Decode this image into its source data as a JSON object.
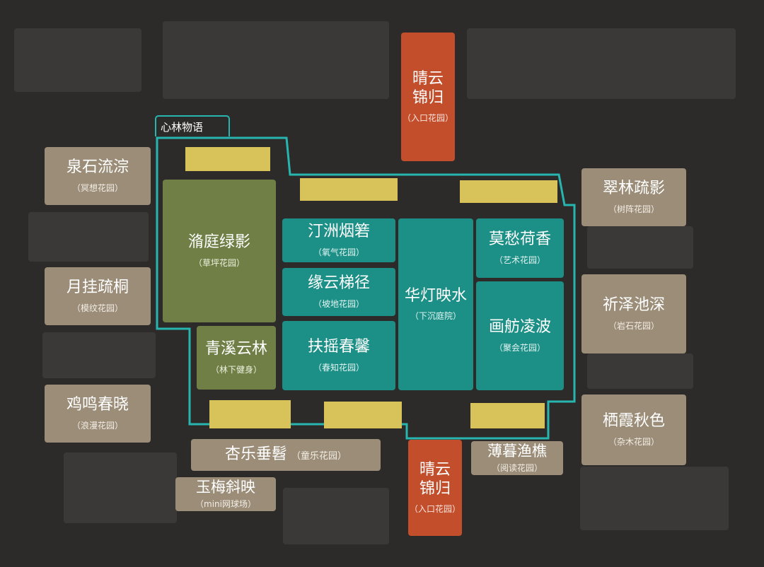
{
  "map": {
    "region_label": "心林物语",
    "accent_color": "#27b5b0",
    "zones": {
      "quanshi": {
        "name": "泉石流淙",
        "sub": "（冥想花园）"
      },
      "yuegua": {
        "name": "月挂疏桐",
        "sub": "（模纹花园）"
      },
      "jiming": {
        "name": "鸡鸣春晓",
        "sub": "（浪漫花园）"
      },
      "cuilin": {
        "name": "翠林疏影",
        "sub": "（树阵花园）"
      },
      "qize": {
        "name": "祈泽池深",
        "sub": "（岩石花园）"
      },
      "qixia": {
        "name": "栖霞秋色",
        "sub": "（杂木花园）"
      },
      "qingyun_top": {
        "name_line1": "晴云",
        "name_line2": "锦归",
        "sub": "（入口花园）"
      },
      "qingyun_bottom": {
        "name_line1": "晴云",
        "name_line2": "锦归",
        "sub": "（入口花园）"
      },
      "xiuting": {
        "name": "潃庭绿影",
        "sub": "（草坪花园）"
      },
      "qingxi": {
        "name": "青溪云林",
        "sub": "（林下健身）"
      },
      "tingzhou": {
        "name": "汀洲烟箬",
        "sub": "（氧气花园）"
      },
      "yuanyun": {
        "name": "缘云梯径",
        "sub": "（坡地花园）"
      },
      "fuyao": {
        "name": "扶摇春馨",
        "sub": "（春知花园）"
      },
      "huadeng": {
        "name": "华灯映水",
        "sub": "（下沉庭院）"
      },
      "mochou": {
        "name": "莫愁荷香",
        "sub": "（艺术花园）"
      },
      "huafang": {
        "name": "画舫凌波",
        "sub": "（聚会花园）"
      },
      "xingle": {
        "name": "杏乐垂髫",
        "sub": "（童乐花园）"
      },
      "bomu": {
        "name": "薄暮渔樵",
        "sub": "（阅读花园）"
      },
      "yumei": {
        "name": "玉梅斜映",
        "sub": "（mini网球场）"
      }
    }
  }
}
